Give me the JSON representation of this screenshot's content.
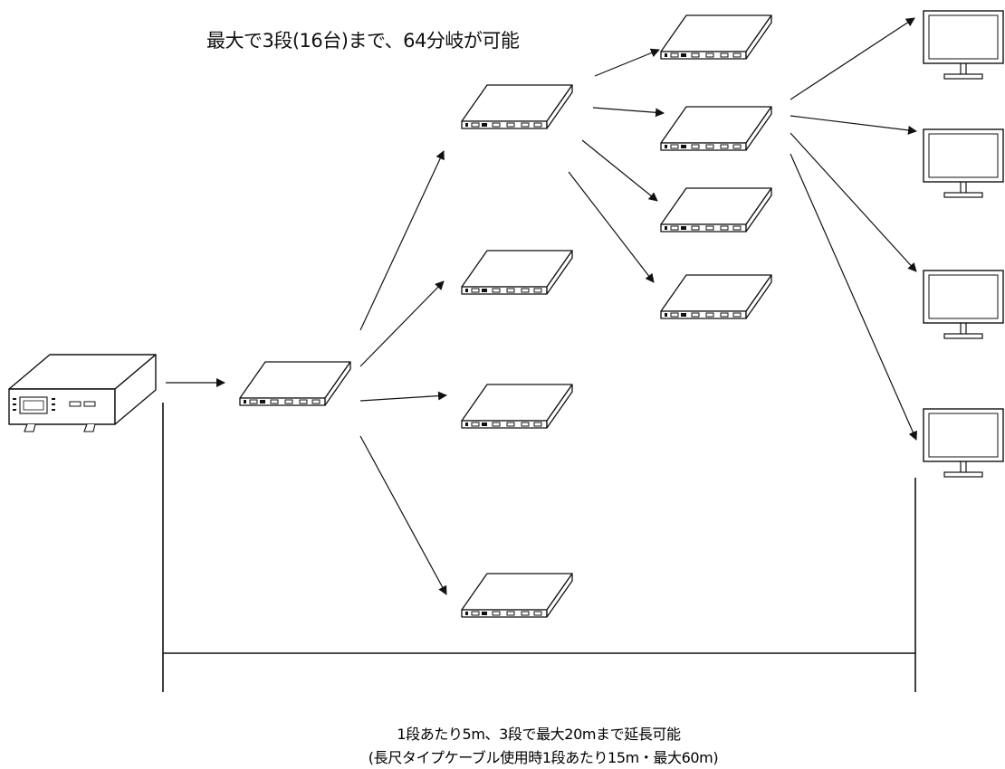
{
  "diagram": {
    "caption_top": "最大で3段(16台)まで、64分岐が可能",
    "caption_bottom_line1": "1段あたり5m、3段で最大20mまで延長可能",
    "caption_bottom_line2": "(長尺タイプケーブル使用時1段あたり15m・最大60m)"
  }
}
